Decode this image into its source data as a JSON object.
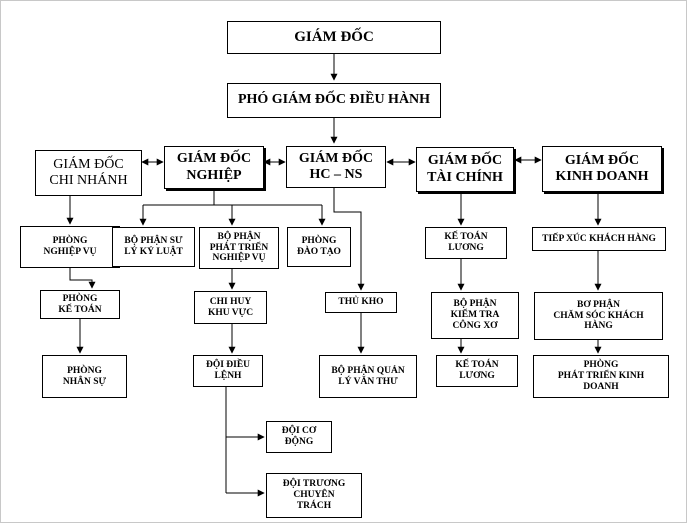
{
  "chart": {
    "nodes": {
      "giam_doc": "GIÁM ĐỐC",
      "pho_giam_doc": "PHÓ GIÁM ĐỐC ĐIỀU HÀNH",
      "gd_chi_nhanh": "GIÁM ĐỐC\nCHI NHÁNH",
      "gd_nghiep": "GIÁM ĐỐC\nNGHIỆP",
      "gd_hc_ns": "GIÁM ĐỐC\nHC – NS",
      "gd_tai_chinh": "GIÁM ĐỐC\nTÀI CHÍNH",
      "gd_kinh_doanh": "GIÁM ĐỐC\nKINH DOANH",
      "phong_nghiep_vu": "PHÒNG\nNGHIỆP VỤ",
      "phong_ke_toan": "PHÒNG\nKẾ TOÁN",
      "phong_nhan_su": "PHÒNG\nNHÂN SỰ",
      "bo_phan_su_ly": "BỘ PHẬN SƯ\nLÝ KỶ LUẬT",
      "bo_phan_phat_trien": "BỘ PHẬN\nPHÁT TRIỂN\nNGHIỆP VỤ",
      "phong_dao_tao": "PHÒNG\nĐÀO TẠO",
      "chi_huy": "CHI HUY\nKHU VỰC",
      "doi_dieu_lenh": "ĐỘI ĐIỀU\nLỆNH",
      "doi_co_dong": "ĐỘI CƠ\nĐỘNG",
      "doi_truong": "ĐỘI TRƯƠNG\nCHUYÊN\nTRÁCH",
      "thu_kho": "THỦ KHO",
      "bo_phan_quan_ly": "BỘ PHẬN QUẢN\nLÝ VĂN THƯ",
      "ke_toan_luong_1": "KẾ TOÁN\nLƯƠNG",
      "bo_phan_kiem_tra": "BỘ PHẬN\nKIỂM TRA\nCÔNG XƠ",
      "ke_toan_luong_2": "KẾ TOÁN\nLƯƠNG",
      "tiep_xuc": "TIẾP XÚC KHÁCH HÀNG",
      "bo_phan_cham_soc": "BƠ PHẬN\nCHĂM SÓC KHÁCH\nHÀNG",
      "phong_phat_trien_kd": "PHÒNG\nPHÁT TRIỂN KINH\nDOANH"
    }
  }
}
